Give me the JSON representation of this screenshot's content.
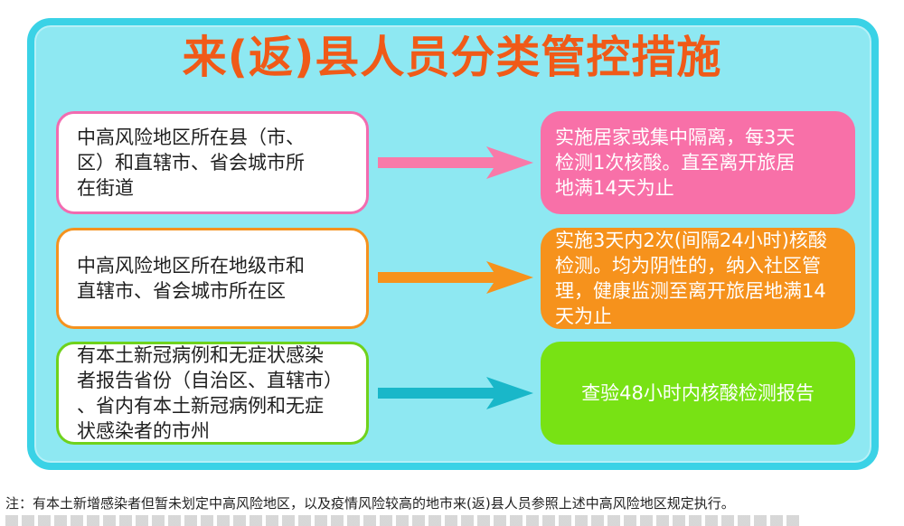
{
  "title": "来(返)县人员分类管控措施",
  "rows": [
    {
      "condition": "中高风险地区所在县（市、\n区）和直辖市、省会城市所\n在街道",
      "measure": "实施居家或集中隔离，每3天\n检测1次核酸。直至离开旅居\n地满14天为止",
      "condition_color": "#f26bb0",
      "measure_color": "#f870a8"
    },
    {
      "condition": "中高风险地区所在地级市和\n直辖市、省会城市所在区",
      "measure": "实施3天内2次(间隔24小时)核酸\n检测。均为阴性的，纳入社区管\n理，健康监测至离开旅居地满14\n天为止",
      "condition_color": "#f5921e",
      "measure_color": "#f6921c"
    },
    {
      "condition": "有本土新冠病例和无症状感染\n者报告省份（自治区、直辖市）\n、省内有本土新冠病例和无症\n状感染者的市州",
      "measure": "查验48小时内核酸检测报告",
      "condition_color": "#6fd21c",
      "measure_color": "#78e214"
    }
  ],
  "note": "注：有本土新增感染者但暂未划定中高风险地区，以及疫情风险较高的地市来(返)县人员参照上述中高风险地区规定执行。",
  "colors": {
    "title": "#f05a18",
    "frame_border": "#3ad2e6",
    "frame_fill": "#8ee8f2",
    "arrow_1": "#f87aa9",
    "arrow_2": "#f6921c",
    "arrow_3": "#19b7c9"
  }
}
